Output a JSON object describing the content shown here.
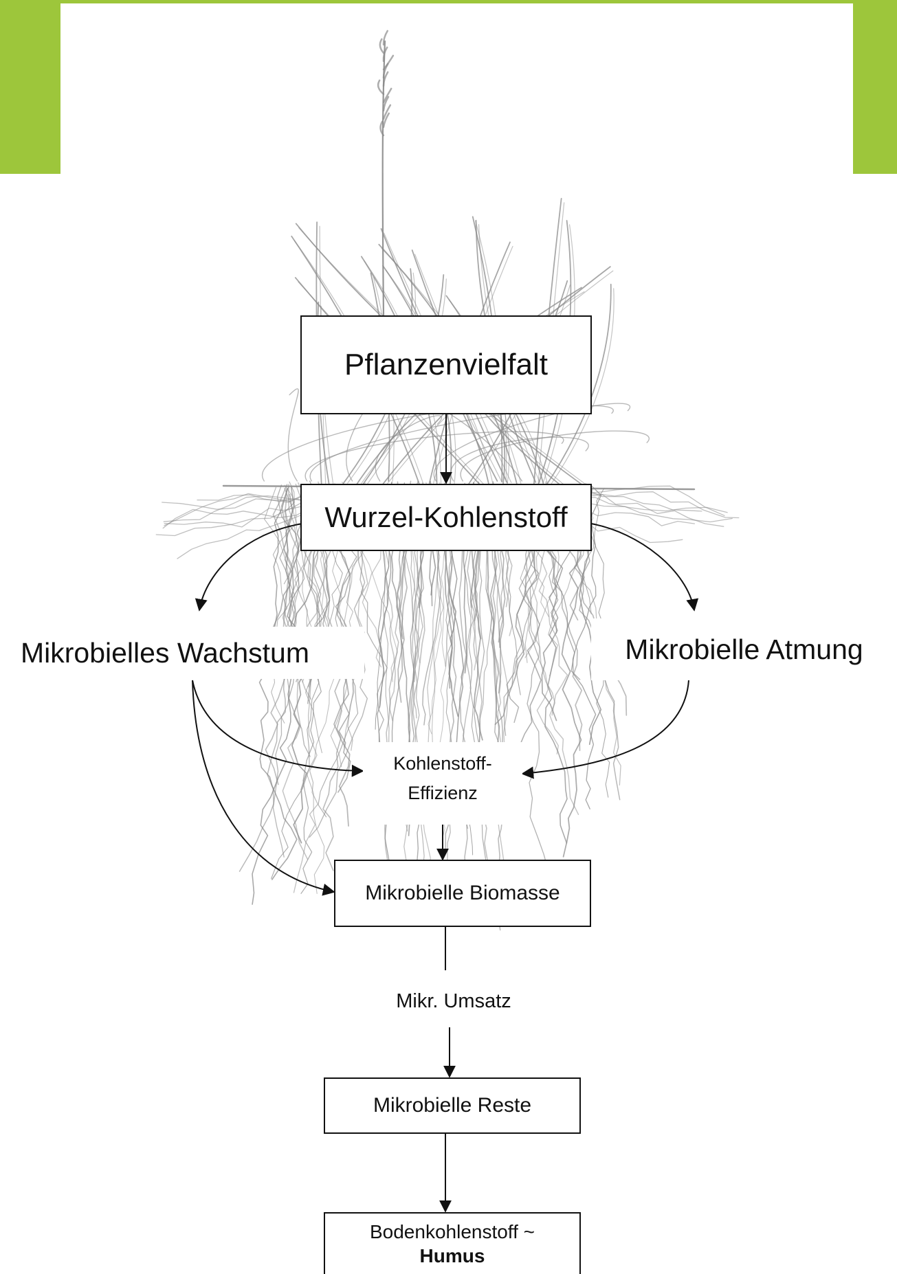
{
  "colors": {
    "accent_green": "#9DC63B",
    "line": "#111111",
    "plant_sketch": "#8a8a8a"
  },
  "nodes": {
    "pflanzenvielfalt": "Pflanzenvielfalt",
    "wurzel": "Wurzel-Kohlenstoff",
    "wachstum": "Mikrobielles Wachstum",
    "atmung": "Mikrobielle Atmung",
    "effizienz_line1": "Kohlenstoff-",
    "effizienz_line2": "Effizienz",
    "biomasse": "Mikrobielle Biomasse",
    "umsatz": "Mikr. Umsatz",
    "reste": "Mikrobielle Reste",
    "humus_line1": "Bodenkohlenstoff ~",
    "humus_line2": "Humus"
  },
  "illustration": {
    "subject": "grass-plant-with-root-system"
  }
}
